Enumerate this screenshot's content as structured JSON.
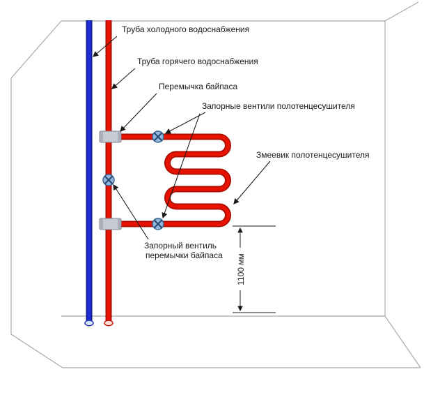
{
  "labels": {
    "cold_pipe": "Труба холодного водоснабжения",
    "hot_pipe": "Труба горячего водоснабжения",
    "bypass": "Перемычка байпаса",
    "dryer_valves": "Запорные вентили полотенцесушителя",
    "coil": "Змеевик полотенцесушителя",
    "bypass_valve_line1": "Запорный вентиль",
    "bypass_valve_line2": "перемычки байпаса",
    "dimension": "1100 мм"
  },
  "colors": {
    "cold_pipe": "#1c2ed2",
    "hot_pipe": "#e81200",
    "valve_fill": "#92b6dc",
    "fitting_fill": "#c7ccd4",
    "wall_outline": "#a9a9a9"
  }
}
